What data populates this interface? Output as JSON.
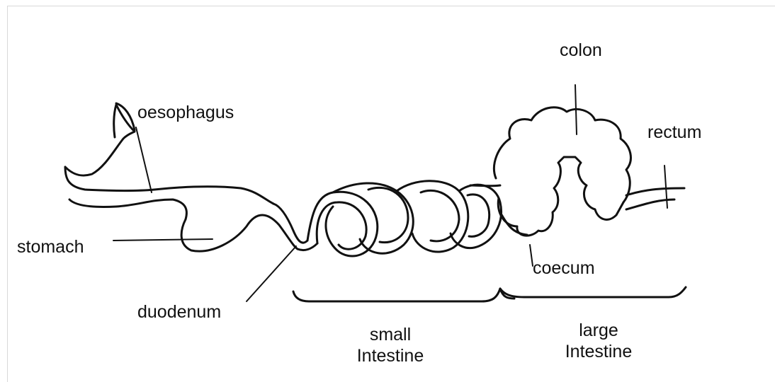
{
  "labels": {
    "oesophagus": "oesophagus",
    "stomach": "stomach",
    "duodenum": "duodenum",
    "colon": "colon",
    "rectum": "rectum",
    "coecum": "coecum",
    "small_intestine": [
      "small",
      "Intestine"
    ],
    "large_intestine": [
      "large",
      "Intestine"
    ]
  }
}
